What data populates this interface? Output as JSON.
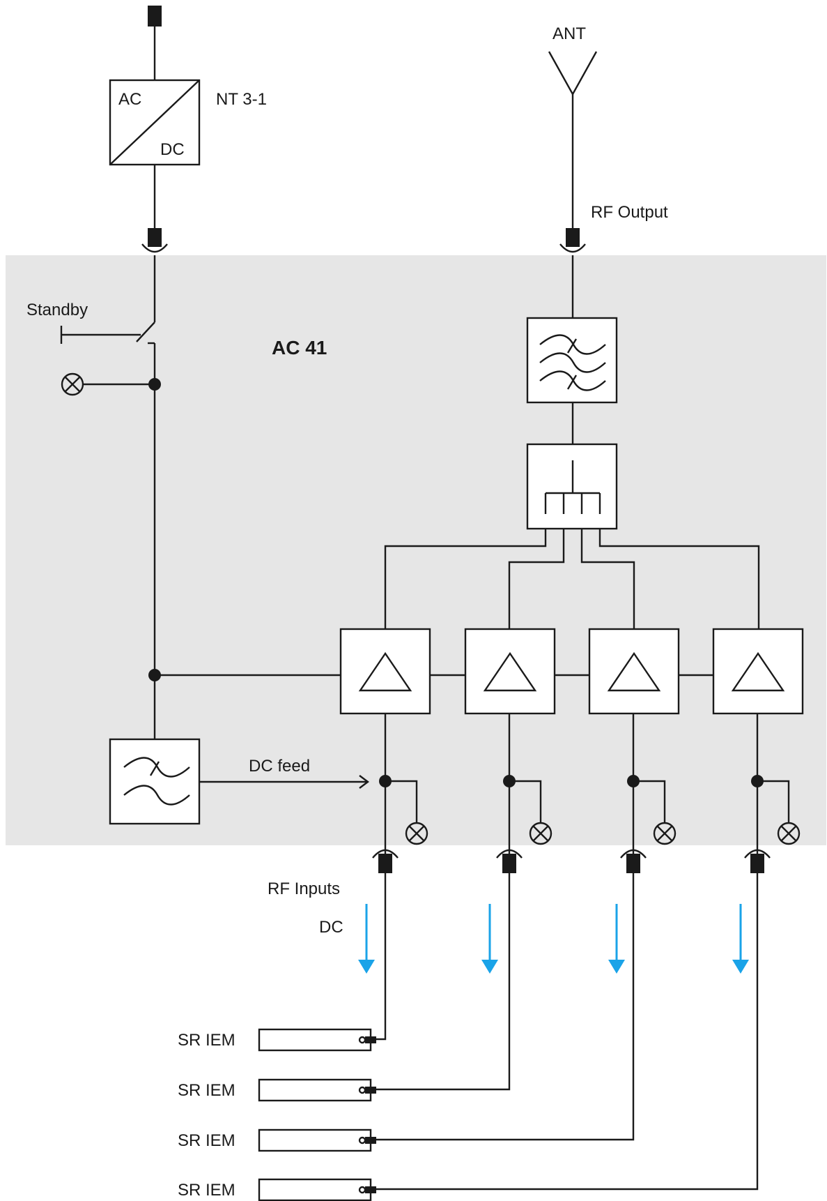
{
  "diagram": {
    "colors": {
      "panel": "#e6e6e6",
      "line": "#1a1a1a",
      "dc_arrow": "#1aa3e8"
    },
    "labels": {
      "psu_ac": "AC",
      "psu_dc": "DC",
      "psu_name": "NT 3-1",
      "antenna": "ANT",
      "rf_output": "RF Output",
      "standby": "Standby",
      "device": "AC 41",
      "dc_feed": "DC feed",
      "rf_inputs": "RF Inputs",
      "dc": "DC"
    },
    "receivers": [
      {
        "label": "SR IEM"
      },
      {
        "label": "SR IEM"
      },
      {
        "label": "SR IEM"
      },
      {
        "label": "SR IEM"
      }
    ],
    "icons": [
      "power-plug-icon",
      "antenna-icon",
      "lamp-icon",
      "amplifier-icon",
      "filter-icon",
      "splitter-icon",
      "dc-arrow-icon"
    ]
  }
}
